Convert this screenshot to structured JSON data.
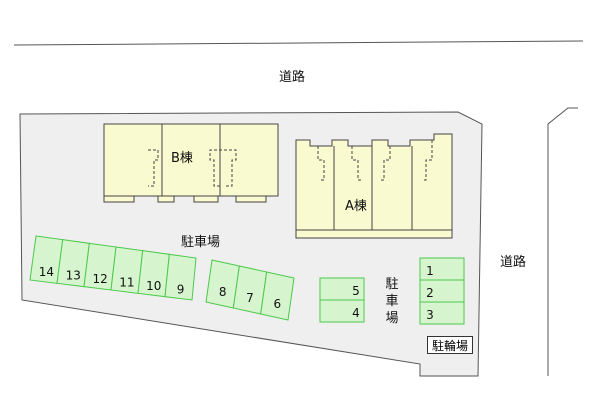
{
  "roads": {
    "top_label": "道路",
    "right_label": "道路"
  },
  "buildings": {
    "b_label": "B棟",
    "a_label": "A棟"
  },
  "parking": {
    "main_label": "駐車場",
    "side_label": [
      "駐",
      "車",
      "場"
    ],
    "stall_numbers": [
      "14",
      "13",
      "12",
      "11",
      "10",
      "9",
      "8",
      "7",
      "6",
      "5",
      "4",
      "1",
      "2",
      "3"
    ]
  },
  "bicycle": {
    "label": "駐輪場"
  },
  "colors": {
    "site_fill": "#efefef",
    "building_fill": "#fafad0",
    "stall_fill": "#d6f5cf",
    "stall_stroke": "#4cc84c"
  }
}
